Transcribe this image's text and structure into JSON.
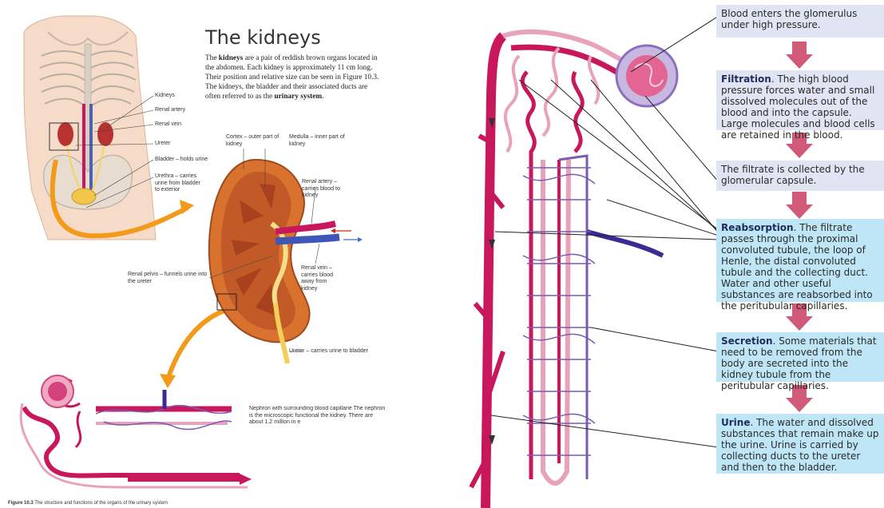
{
  "page": {
    "title": "The kidneys",
    "intro_parts": [
      "The ",
      "kidneys",
      " are a pair of reddish brown organs located in the abdomen. Each kidney is approximately 11 cm long. Their position and relative size can be seen in Figure 10.3. The kidneys, the bladder and their associated ducts are often referred to as the ",
      "urinary system",
      "."
    ]
  },
  "body_labels": {
    "kidneys": "Kidneys",
    "renal_artery": "Renal artery",
    "renal_vein": "Renal vein",
    "ureter": "Ureter",
    "bladder": "Bladder – holds urine",
    "urethra": "Urethra – carries urine from bladder to exterior"
  },
  "kidney_labels": {
    "cortex": "Cortex – outer part of kidney",
    "medulla": "Medulla – inner part of kidney",
    "renal_artery": "Renal artery – carries blood to kidney",
    "renal_vein": "Renal vein – carries blood away from kidney",
    "renal_pelvis": "Renal pelvis – funnels urine into the ureter",
    "ureter": "Ureter – carries urine to bladder"
  },
  "nephron_caption": "Nephron with surrounding blood capillarie The nephron is the microscopic functional the kidney. There are about 1.2 million in e",
  "figure_caption": {
    "label": "Figure 10.3",
    "text": " The structure and functions of the organs of the urinary system"
  },
  "steps": [
    {
      "bold": "",
      "text": "Blood enters the glomerulus under high pressure."
    },
    {
      "bold": "Filtration",
      "text": ". The high blood pressure forces water and small dissolved molecules out of the blood and into the capsule. Large molecules and blood cells are retained in the blood."
    },
    {
      "bold": "",
      "text": "The filtrate is collected by the glomerular capsule."
    },
    {
      "bold": "Reabsorption",
      "text": ". The filtrate passes through the proximal convoluted tubule, the loop of Henle, the distal convoluted tubule and the collecting duct. Water and other useful substances are reabsorbed into the peritubular capillaries."
    },
    {
      "bold": "Secretion",
      "text": ". Some materials that need to be removed from the body are secreted into the kidney tubule from the peritubular capillaries."
    },
    {
      "bold": "Urine",
      "text": ". The water and dissolved substances that remain make up the urine. Urine is carried by collecting ducts to the ureter and then to the bladder."
    }
  ],
  "colors": {
    "artery": "#c8175d",
    "vessel_light": "#e9a2bb",
    "vein": "#6a52a6",
    "step_pale": "#e1e4f2",
    "step_cyan": "#bfe6f6",
    "down_arrow": "#d05a78",
    "orange_arrow": "#f29a1a"
  }
}
